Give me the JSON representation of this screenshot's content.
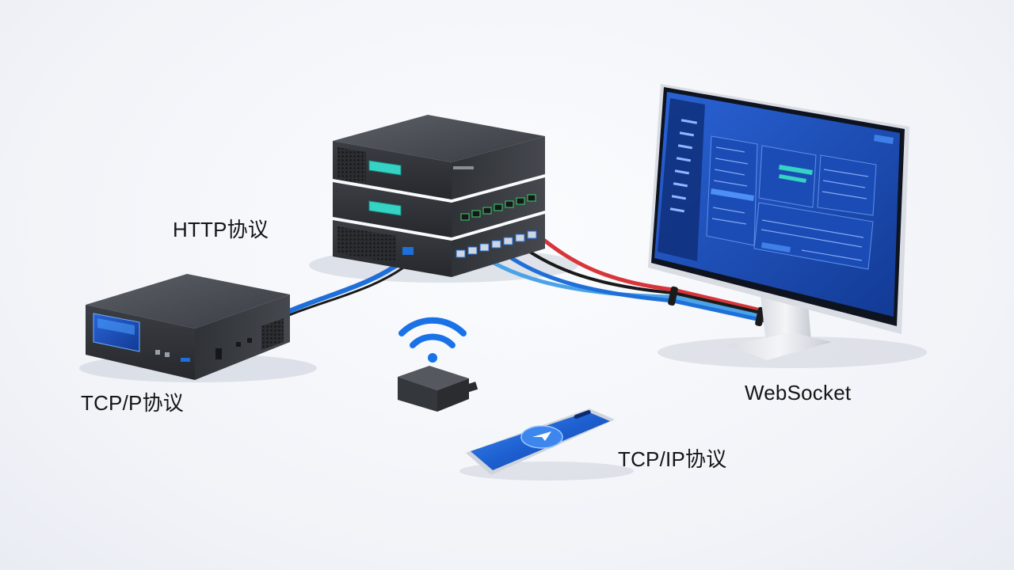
{
  "labels": {
    "http": "HTTP协议",
    "tcp_p": "TCP/P协议",
    "websocket": "WebSocket",
    "tcp_ip": "TCP/IP协议"
  },
  "colors": {
    "cable_blue": "#1f6fd8",
    "cable_light_blue": "#4aa3e8",
    "cable_red": "#d8353a",
    "cable_black": "#1a1a1a",
    "device_body": "#3c3f45",
    "screen_blue": "#1d4fb8",
    "accent_cyan": "#35d3c3",
    "wifi_blue": "#1a72e8"
  },
  "icons": {
    "wifi": "wifi-icon",
    "phone_app": "send-icon"
  }
}
